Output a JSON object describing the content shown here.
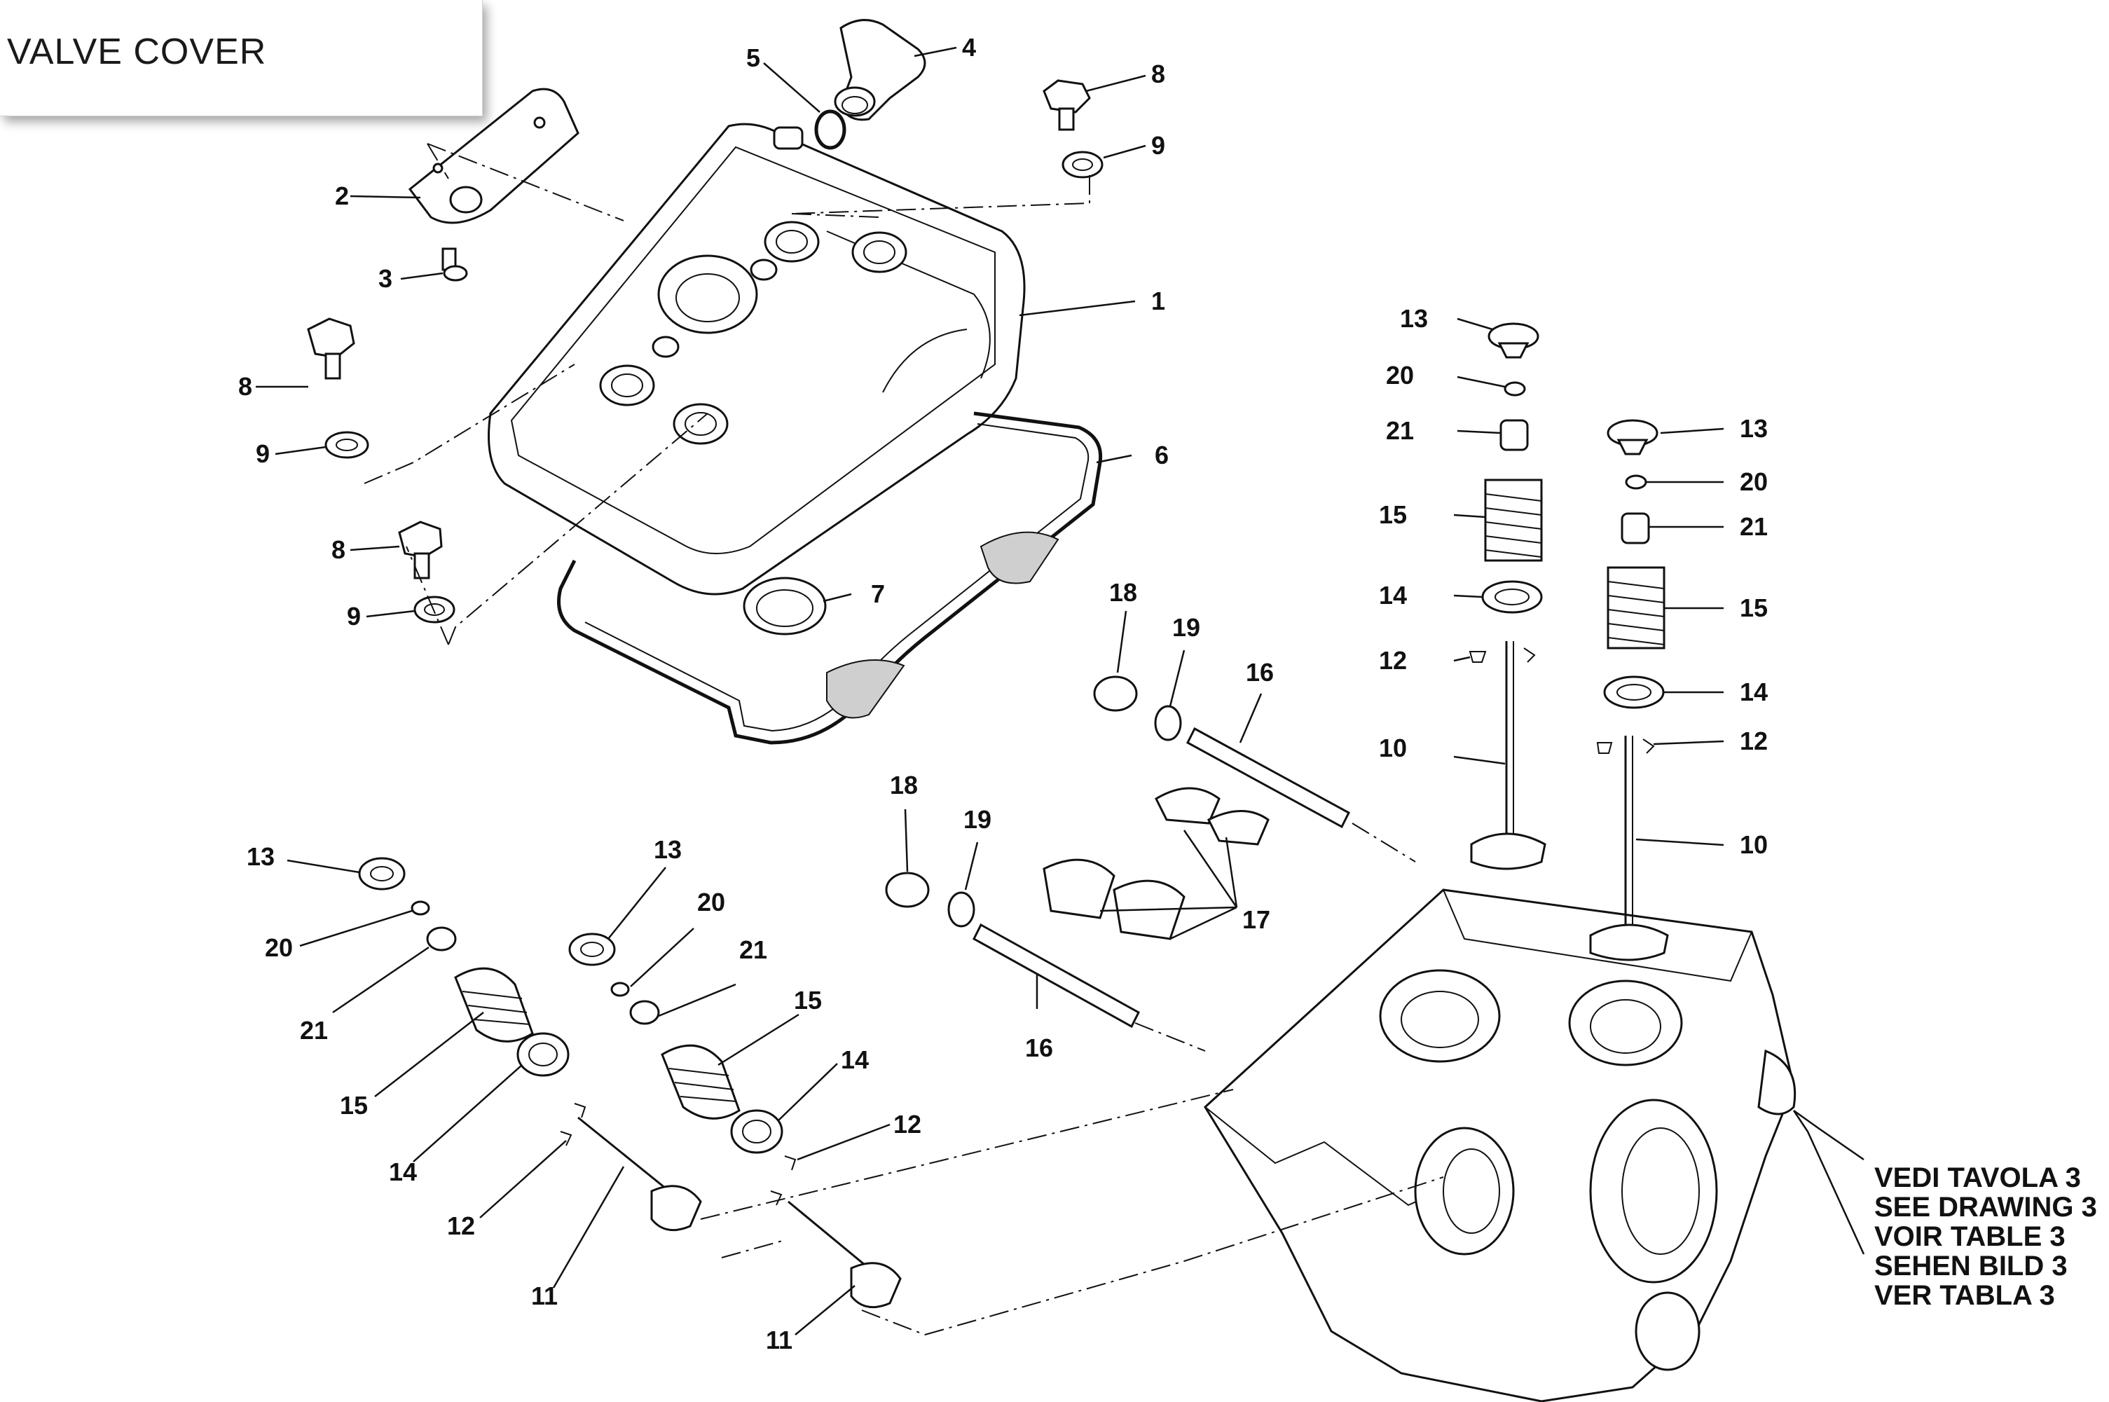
{
  "title": "VALVE COVER",
  "see_note": {
    "lines": [
      "VEDI TAVOLA 3",
      "SEE DRAWING 3",
      "VOIR TABLE 3",
      "SEHEN BILD 3",
      "VER TABLA 3"
    ]
  },
  "callouts": [
    {
      "id": "c1",
      "label": "1"
    },
    {
      "id": "c2",
      "label": "2"
    },
    {
      "id": "c3",
      "label": "3"
    },
    {
      "id": "c4",
      "label": "4"
    },
    {
      "id": "c5",
      "label": "5"
    },
    {
      "id": "c6",
      "label": "6"
    },
    {
      "id": "c7",
      "label": "7"
    },
    {
      "id": "c8a",
      "label": "8"
    },
    {
      "id": "c8b",
      "label": "8"
    },
    {
      "id": "c8c",
      "label": "8"
    },
    {
      "id": "c9a",
      "label": "9"
    },
    {
      "id": "c9b",
      "label": "9"
    },
    {
      "id": "c9c",
      "label": "9"
    },
    {
      "id": "c10a",
      "label": "10"
    },
    {
      "id": "c10b",
      "label": "10"
    },
    {
      "id": "c11a",
      "label": "11"
    },
    {
      "id": "c11b",
      "label": "11"
    },
    {
      "id": "c12a",
      "label": "12"
    },
    {
      "id": "c12b",
      "label": "12"
    },
    {
      "id": "c12c",
      "label": "12"
    },
    {
      "id": "c12d",
      "label": "12"
    },
    {
      "id": "c13a",
      "label": "13"
    },
    {
      "id": "c13b",
      "label": "13"
    },
    {
      "id": "c13c",
      "label": "13"
    },
    {
      "id": "c13d",
      "label": "13"
    },
    {
      "id": "c14a",
      "label": "14"
    },
    {
      "id": "c14b",
      "label": "14"
    },
    {
      "id": "c14c",
      "label": "14"
    },
    {
      "id": "c14d",
      "label": "14"
    },
    {
      "id": "c15a",
      "label": "15"
    },
    {
      "id": "c15b",
      "label": "15"
    },
    {
      "id": "c15c",
      "label": "15"
    },
    {
      "id": "c15d",
      "label": "15"
    },
    {
      "id": "c16a",
      "label": "16"
    },
    {
      "id": "c16b",
      "label": "16"
    },
    {
      "id": "c17",
      "label": "17"
    },
    {
      "id": "c18a",
      "label": "18"
    },
    {
      "id": "c18b",
      "label": "18"
    },
    {
      "id": "c19a",
      "label": "19"
    },
    {
      "id": "c19b",
      "label": "19"
    },
    {
      "id": "c20a",
      "label": "20"
    },
    {
      "id": "c20b",
      "label": "20"
    },
    {
      "id": "c20c",
      "label": "20"
    },
    {
      "id": "c20d",
      "label": "20"
    },
    {
      "id": "c21a",
      "label": "21"
    },
    {
      "id": "c21b",
      "label": "21"
    },
    {
      "id": "c21c",
      "label": "21"
    },
    {
      "id": "c21d",
      "label": "21"
    }
  ]
}
